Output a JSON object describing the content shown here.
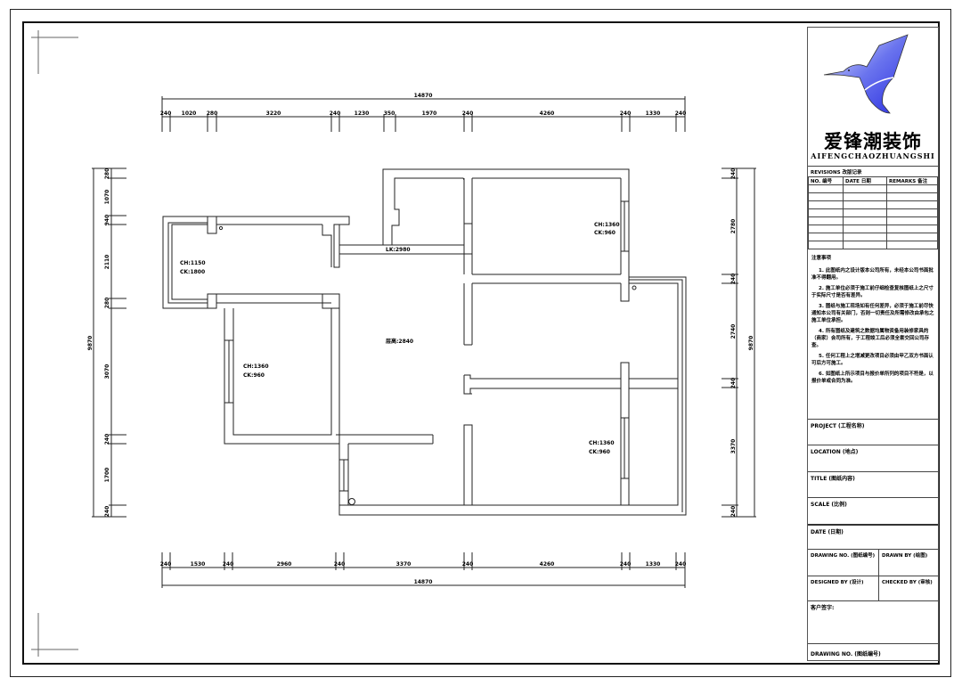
{
  "drawing": {
    "type": "floor-plan",
    "total_width_mm": "14870",
    "total_height_mm": "9870",
    "top_dimensions": [
      "240",
      "1020",
      "280",
      "3220",
      "240",
      "1230",
      "350",
      "1970",
      "240",
      "4260",
      "240",
      "1330",
      "240"
    ],
    "bottom_dimensions": [
      "240",
      "1530",
      "240",
      "2960",
      "240",
      "3370",
      "240",
      "4260",
      "240",
      "1330",
      "240"
    ],
    "left_dimensions": [
      "280",
      "1070",
      "940",
      "2110",
      "280",
      "3070",
      "240",
      "1700",
      "240"
    ],
    "right_dimensions": [
      "240",
      "2780",
      "240",
      "2740",
      "240",
      "3370",
      "240"
    ],
    "labels": {
      "balcony_ch": "CH:1150",
      "balcony_ck": "CK:1800",
      "beam": "LK:2980",
      "bedroom_ne_ch": "CH:1360",
      "bedroom_ne_ck": "CK:960",
      "bedroom_w_ch": "CH:1360",
      "bedroom_w_ck": "CK:960",
      "living_height": "层高:2840",
      "bedroom_se_ch": "CH:1360",
      "bedroom_se_ck": "CK:960"
    }
  },
  "title_block": {
    "brand_cn": "爱锋潮装饰",
    "brand_en": "AIFENGCHAOZHUANGSHI",
    "revisions_label": "REVISIONS 改版记录",
    "rev_headers": [
      "NO. 编号",
      "DATE 日期",
      "REMARKS 备注"
    ],
    "notes_title": "注意事项",
    "notes": [
      "1. 此图纸内之设计版本公司所有，未经本公司书面批准不得翻用。",
      "2. 施工单位必须于施工前仔细检查复核图纸上之尺寸于实际尺寸是否有差异。",
      "3. 图纸与施工现场如有任何差异，必须于施工前尽快通知本公司有关部门，否则一切责任及所需修改由承包之施工单位承担。",
      "4. 所有图纸及建筑之数据均属物资备用装修家具的（商家）会司所有，于工程竣工后必须全套交回公司存查。",
      "5. 任何工程上之增减更改项目必须由甲乙双方书面认可后方可施工。",
      "6. 如图纸上所示项目与报价单所列的项目不符是，以报价单或合同为准。"
    ],
    "project_label": "PROJECT (工程名称)",
    "location_label": "LOCATION (地点)",
    "title_label": "TITLE (图纸内容)",
    "scale_label": "SCALE (比例)",
    "date_label": "DATE (日期)",
    "drawing_no_label": "DRAWING NO. (图纸编号)",
    "drawn_by_label": "DRAWN BY (绘图)",
    "designed_by_label": "DESIGNED BY (设计)",
    "checked_by_label": "CHECKED BY (审核)",
    "client_sign_label": "客户签字:",
    "drawing_no_footer": "DRAWING NO. (图纸编号)"
  }
}
